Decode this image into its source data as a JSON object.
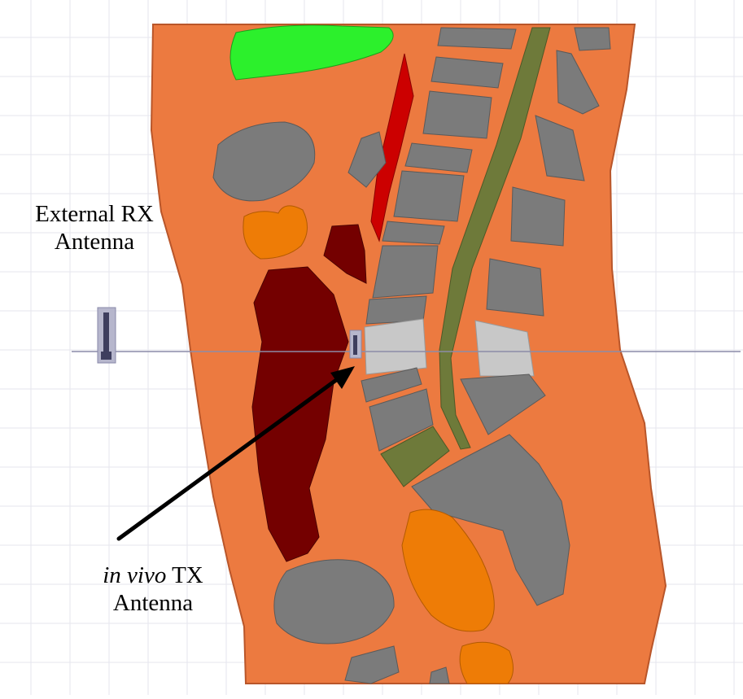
{
  "labels": {
    "rx_line1": "External RX",
    "rx_line2": "Antenna",
    "tx_italic": "in vivo",
    "tx_suffix": " TX",
    "tx_line2": "Antenna"
  },
  "colors": {
    "background": "#ffffff",
    "grid": "#e6e6ee",
    "body": "#ec7a40",
    "body_edge": "#b9562a",
    "bone": "#7b7b7b",
    "bone_light": "#c8c8c8",
    "organ_green": "#2cf02c",
    "organ_orange": "#ee7c06",
    "organ_dark_red": "#740000",
    "aorta_red": "#cc0000",
    "spinal_olive": "#6e7a3a",
    "antenna": "#3e3e5e",
    "antenna_frame": "#b6b6cc",
    "arrow": "#000000",
    "axis_line": "#8c8ca8"
  },
  "icons": {
    "rx_antenna": "external-rx-antenna",
    "tx_antenna": "in-vivo-tx-antenna",
    "pointer": "arrow"
  }
}
